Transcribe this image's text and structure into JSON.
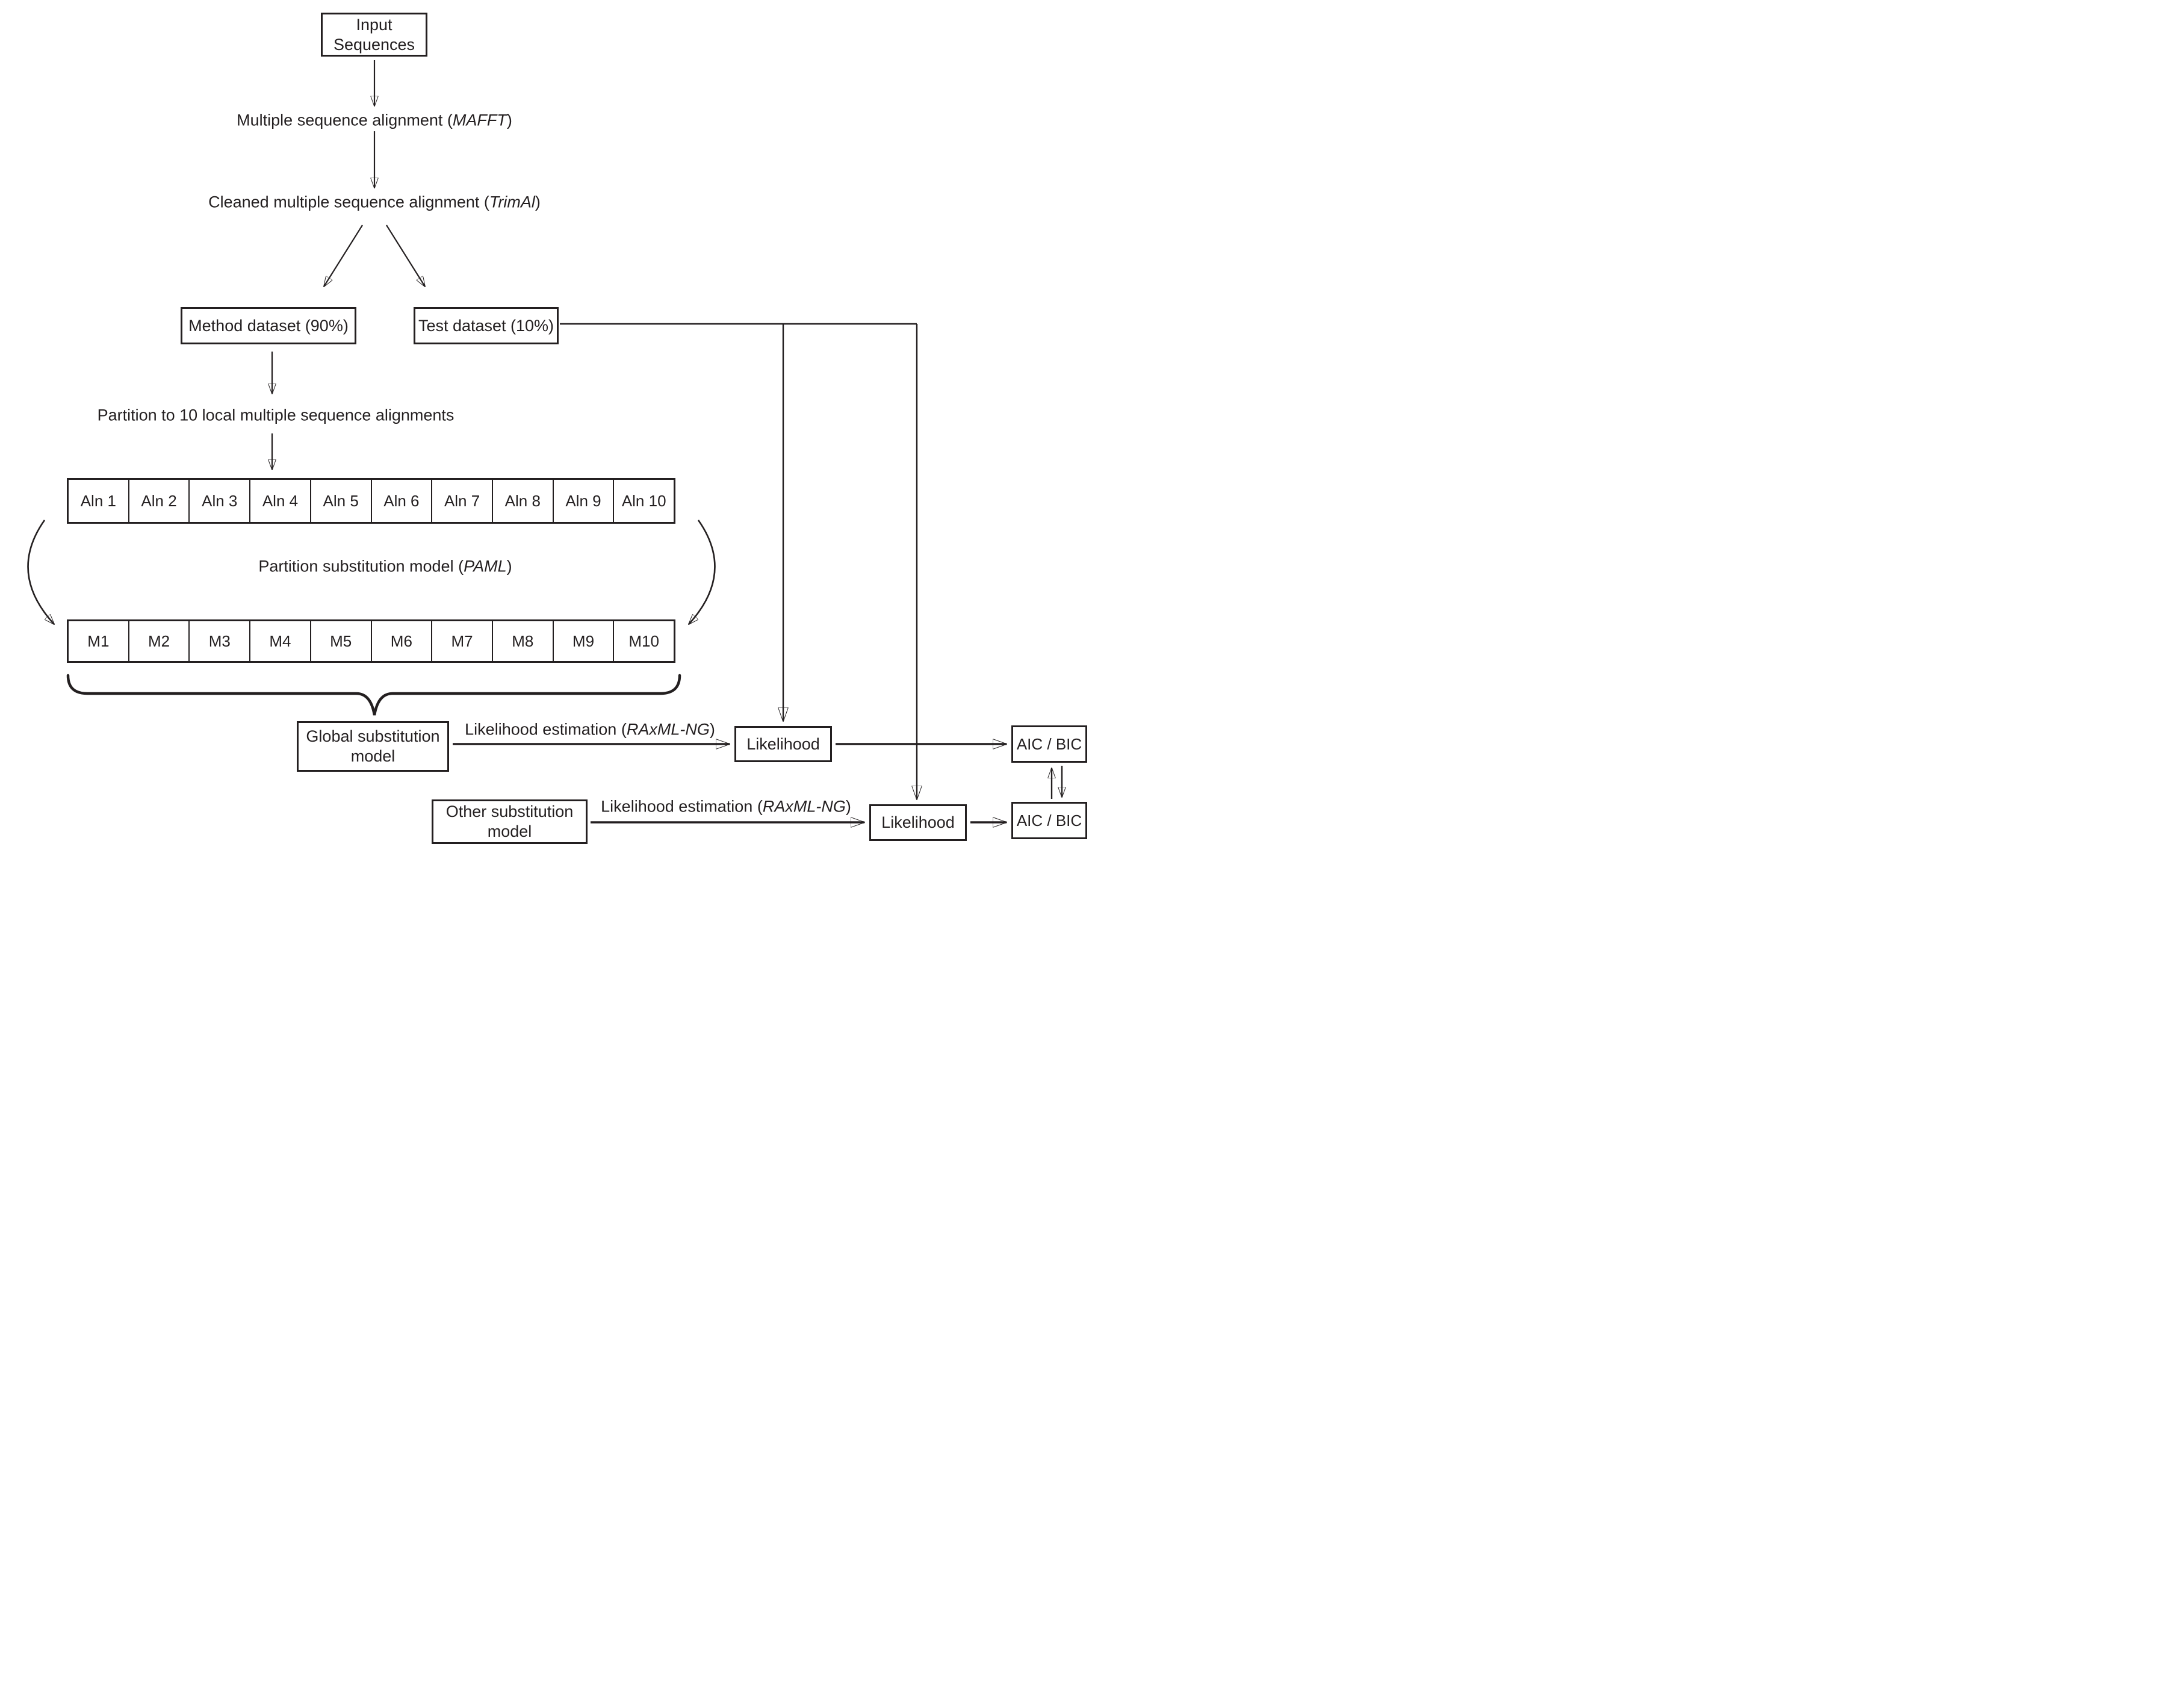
{
  "colors": {
    "ink": "#231f20",
    "background": "#ffffff"
  },
  "nodes": {
    "input_sequences": {
      "line1": "Input",
      "line2": "Sequences"
    },
    "msa_step": {
      "prefix": "Multiple sequence alignment (",
      "tool": "MAFFT",
      "suffix": ")"
    },
    "cleaned_step": {
      "prefix": "Cleaned multiple sequence alignment (",
      "tool": "TrimAl",
      "suffix": ")"
    },
    "method_dataset": {
      "label": "Method dataset (90%)"
    },
    "test_dataset": {
      "label": "Test dataset (10%)"
    },
    "partition_step": {
      "label": "Partition to 10 local multiple sequence alignments"
    },
    "aln_row": {
      "cells": [
        "Aln 1",
        "Aln 2",
        "Aln 3",
        "Aln 4",
        "Aln 5",
        "Aln 6",
        "Aln 7",
        "Aln 8",
        "Aln 9",
        "Aln 10"
      ]
    },
    "paml_step": {
      "prefix": "Partition substitution model (",
      "tool": "PAML",
      "suffix": ")"
    },
    "model_row": {
      "cells": [
        "M1",
        "M2",
        "M3",
        "M4",
        "M5",
        "M6",
        "M7",
        "M8",
        "M9",
        "M10"
      ]
    },
    "global_model": {
      "line1": "Global substitution",
      "line2": "model"
    },
    "other_model": {
      "line1": "Other substitution",
      "line2": "model"
    },
    "likelihood_estimation_1": {
      "prefix": "Likelihood estimation (",
      "tool": "RAxML-NG",
      "suffix": ")"
    },
    "likelihood_estimation_2": {
      "prefix": "Likelihood estimation (",
      "tool": "RAxML-NG",
      "suffix": ")"
    },
    "likelihood_1": {
      "label": "Likelihood"
    },
    "likelihood_2": {
      "label": "Likelihood"
    },
    "aic_bic_1": {
      "label": "AIC / BIC"
    },
    "aic_bic_2": {
      "label": "AIC / BIC"
    }
  }
}
